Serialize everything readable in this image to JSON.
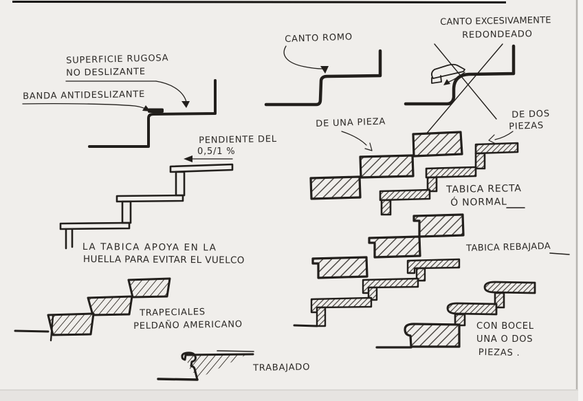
{
  "document_type": "hand-drawn stair construction details sketch",
  "language": "es",
  "colors": {
    "paper": "#f0eeeb",
    "ink": "#221f1c",
    "bottom_strip": "#e6e4e1",
    "right_edge": "#b7b4b0"
  },
  "labels": {
    "superficie_l1": "SUPERFICIE RUGOSA",
    "superficie_l2": "NO DESLIZANTE",
    "banda": "BANDA ANTIDESLIZANTE",
    "pendiente_l1": "PENDIENTE DEL",
    "pendiente_l2": "0,5/1 %",
    "tabica_apoya_l1": "LA TABICA APOYA EN LA",
    "tabica_apoya_l2": "HUELLA PARA EVITAR EL VUELCO",
    "trapeciales_l1": "TRAPECIALES",
    "trapeciales_l2": "PELDAÑO AMERICANO",
    "trabajado": "TRABAJADO",
    "canto_romo": "CANTO ROMO",
    "canto_excesivo_l1": "CANTO EXCESIVAMENTE",
    "canto_excesivo_l2": "REDONDEADO",
    "de_una_pieza": "DE UNA PIEZA",
    "de_dos_piezas_l1": "DE DOS",
    "de_dos_piezas_l2": "PIEZAS",
    "tabica_recta_l1": "TABICA RECTA",
    "tabica_recta_l2": "Ó NORMAL",
    "tabica_rebajada": "TABICA REBAJADA",
    "con_bocel_l1": "CON BOCEL",
    "con_bocel_l2": "UNA O DOS",
    "con_bocel_l3": "PIEZAS ."
  }
}
